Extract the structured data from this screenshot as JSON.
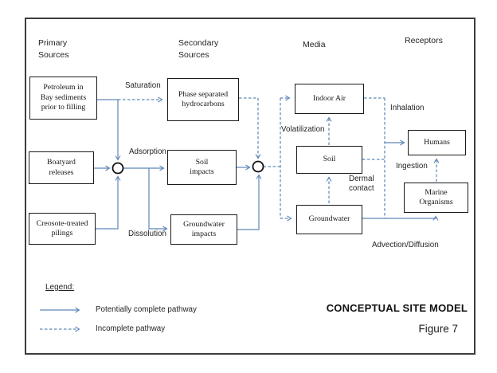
{
  "diagram_title": "CONCEPTUAL SITE MODEL",
  "figure_label": "Figure 7",
  "headers": {
    "primary": "Primary\nSources",
    "secondary": "Secondary\nSources",
    "media": "Media",
    "receptors": "Receptors"
  },
  "boxes": {
    "petroleum": "Petroleum in\nBay sediments\nprior to filling",
    "boatyard": "Boatyard\nreleases",
    "creosote": "Creosote-treated\npilings",
    "phase_separated": "Phase separated\nhydrocarbons",
    "soil_impacts": "Soil\nimpacts",
    "groundwater_impacts": "Groundwater\nimpacts",
    "indoor_air": "Indoor Air",
    "soil": "Soil",
    "groundwater": "Groundwater",
    "humans": "Humans",
    "marine_organisms": "Marine\nOrganisms"
  },
  "pathway_labels": {
    "saturation": "Saturation",
    "adsorption": "Adsorption",
    "dissolution": "Dissolution",
    "volatilization": "Volatilization",
    "dermal_contact": "Dermal\ncontact",
    "inhalation": "Inhalation",
    "ingestion": "Ingestion",
    "advection_diffusion": "Advection/Diffusion"
  },
  "legend": {
    "heading": "Legend:",
    "items": [
      {
        "style": "solid",
        "label": "Potentially complete pathway"
      },
      {
        "style": "dashed",
        "label": "Incomplete pathway"
      }
    ]
  },
  "colors": {
    "pathway_line": "#5e86b8",
    "box_border": "#1a1a1a",
    "outer_border": "#3d3d3d"
  }
}
